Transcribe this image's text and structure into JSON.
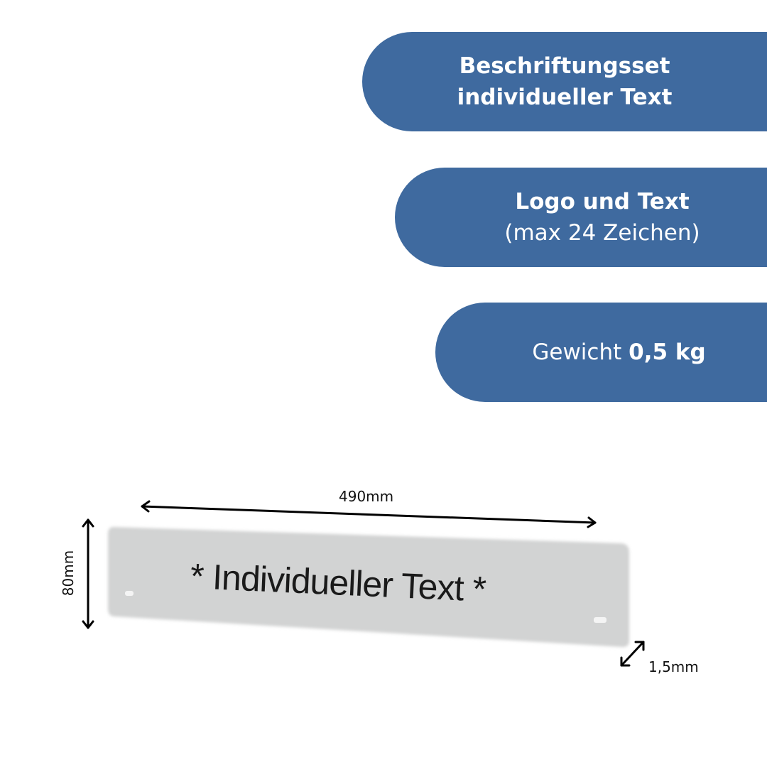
{
  "badges": [
    {
      "line1": "Beschriftungsset",
      "line2": "individueller Text"
    },
    {
      "line1": "Logo und Text",
      "line2": "(max 24 Zeichen)"
    },
    {
      "prefix": "Gewicht ",
      "value": "0,5 kg"
    }
  ],
  "plate": {
    "text": "* Individueller Text *"
  },
  "dimensions": {
    "width": "490mm",
    "height": "80mm",
    "thickness": "1,5mm"
  },
  "colors": {
    "accent": "#3f6a9f",
    "plate": "#d2d3d3"
  }
}
